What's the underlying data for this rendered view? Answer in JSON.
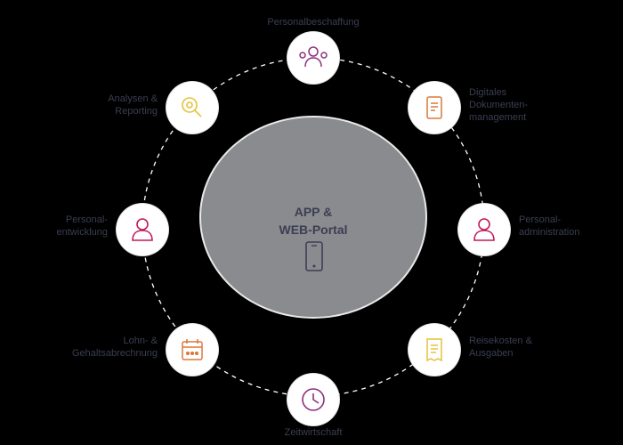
{
  "center": {
    "line1": "APP &",
    "line2": "WEB-Portal",
    "icon": "smartphone-icon"
  },
  "nodes": [
    {
      "label": "Personalbeschaffung",
      "icon": "people-group-icon",
      "color": "#8e2f7e"
    },
    {
      "label": "Digitales\nDokumenten-\nmanagement",
      "icon": "document-icon",
      "color": "#d9783a"
    },
    {
      "label": "Personal-\nadministration",
      "icon": "person-icon",
      "color": "#c2185b"
    },
    {
      "label": "Reisekosten &\nAusgaben",
      "icon": "receipt-icon",
      "color": "#e4c33a"
    },
    {
      "label": "Zeitwirtschaft",
      "icon": "clock-icon",
      "color": "#8e2f7e"
    },
    {
      "label": "Lohn- &\nGehaltsabrechnung",
      "icon": "calendar-icon",
      "color": "#d9783a"
    },
    {
      "label": "Personal-\nentwicklung",
      "icon": "person-icon",
      "color": "#c2185b"
    },
    {
      "label": "Analysen &\nReporting",
      "icon": "magnifier-icon",
      "color": "#e4c33a"
    }
  ],
  "colors": {
    "background": "#000000",
    "ring": "#ffffff",
    "center_fill": "#8a8b8f",
    "text": "#3a3f52"
  }
}
